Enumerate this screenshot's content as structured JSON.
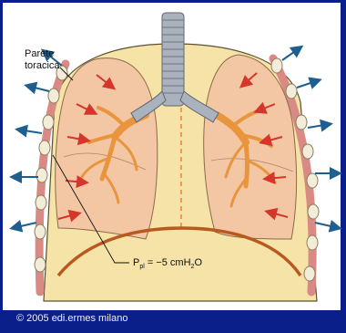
{
  "labels": {
    "chest_wall_line1": "Parete",
    "chest_wall_line2": "toracica",
    "ppl_symbol": "P",
    "ppl_subscript": "pl",
    "ppl_equals": " = −5 cmH",
    "ppl_h2o_sub": "2",
    "ppl_suffix": "O",
    "copyright": "© 2005 edi.ermes milano"
  },
  "colors": {
    "background": "#0b1f8a",
    "panel": "#ffffff",
    "thorax_fill": "#f6e3a8",
    "lung_fill": "#f3c7a4",
    "bronchi": "#e8953e",
    "rib": "#d98a84",
    "rib_joint": "#f2ecd8",
    "trachea": "#a9b2bd",
    "arrow_red": "#d5352b",
    "arrow_blue": "#1e5f8f",
    "diaphragm": "#b85a20"
  }
}
